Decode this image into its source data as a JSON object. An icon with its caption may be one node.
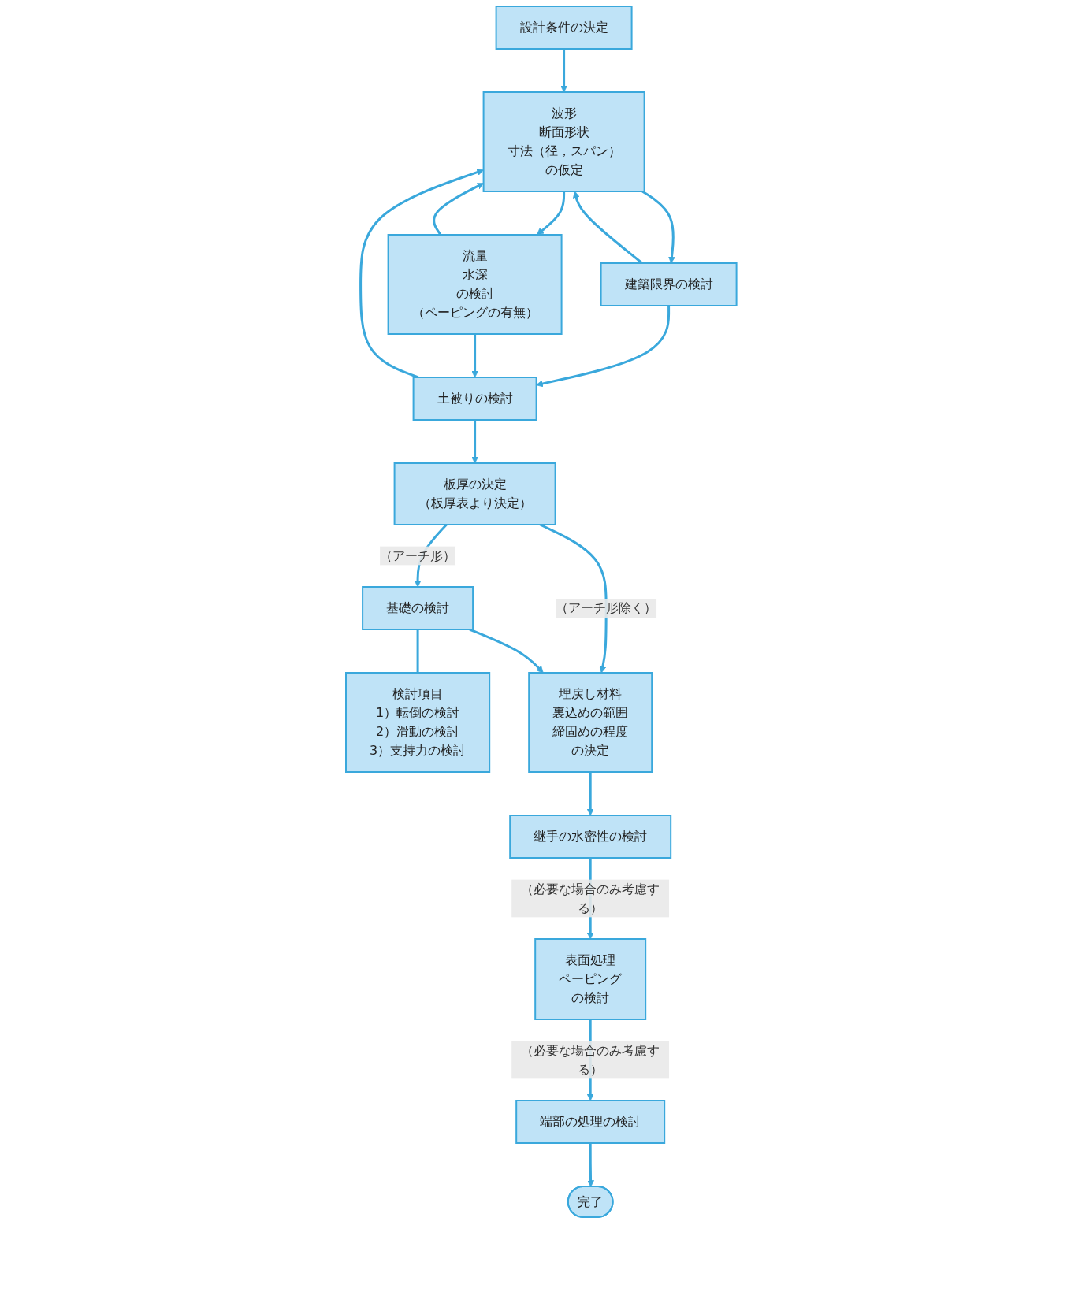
{
  "diagram": {
    "nodes": [
      {
        "text": [
          "設計条件の決定"
        ]
      },
      {
        "text": [
          "波形",
          "断面形状",
          "寸法（径，スパン）",
          "の仮定"
        ]
      },
      {
        "text": [
          "建築限界の検討"
        ]
      },
      {
        "text": [
          "流量",
          "水深",
          "の検討",
          "（ペーピングの有無）"
        ]
      },
      {
        "text": [
          "土被りの検討"
        ]
      },
      {
        "text": [
          "板厚の決定",
          "（板厚表より決定）"
        ]
      },
      {
        "text": [
          "基礎の検討"
        ]
      },
      {
        "text": [
          "検討項目",
          "1）転倒の検討",
          "2）滑動の検討",
          "3）支持力の検討"
        ]
      },
      {
        "text": [
          "埋戻し材料",
          "裏込めの範囲",
          "締固めの程度",
          "の決定"
        ]
      },
      {
        "text": [
          "継手の水密性の検討"
        ]
      },
      {
        "text": [
          "表面処理",
          "ペーピング",
          "の検討"
        ]
      },
      {
        "text": [
          "端部の処理の検討"
        ]
      },
      {
        "text": [
          "完了"
        ]
      }
    ],
    "edges": [
      {
        "from": 0,
        "to": 1,
        "arrow": "to"
      },
      {
        "from": 1,
        "to": 2,
        "arrow": "to"
      },
      {
        "from": 1,
        "to": 3,
        "arrow": "to"
      },
      {
        "from": 2,
        "to": 1,
        "arrow": "to"
      },
      {
        "from": 3,
        "to": 1,
        "arrow": "to"
      },
      {
        "from": 2,
        "to": 4,
        "arrow": "to"
      },
      {
        "from": 3,
        "to": 4,
        "arrow": "to"
      },
      {
        "from": 4,
        "to": 1,
        "arrow": "to"
      },
      {
        "from": 4,
        "to": 5,
        "arrow": "to"
      },
      {
        "from": 5,
        "to": 8,
        "label": "（アーチ形除く）",
        "arrow": "to"
      },
      {
        "from": 5,
        "to": 6,
        "label": "（アーチ形）",
        "arrow": "to"
      },
      {
        "from": 6,
        "to": 8,
        "arrow": "to"
      },
      {
        "from": 6,
        "to": 7,
        "arrow": "none"
      },
      {
        "from": 8,
        "to": 9,
        "arrow": "to"
      },
      {
        "from": 9,
        "to": 10,
        "label": "（必要な場合のみ考慮する）",
        "arrow": "to"
      },
      {
        "from": 10,
        "to": 11,
        "label": "（必要な場合のみ考慮する）",
        "arrow": "to"
      },
      {
        "from": 11,
        "to": 12,
        "arrow": "to"
      }
    ]
  }
}
